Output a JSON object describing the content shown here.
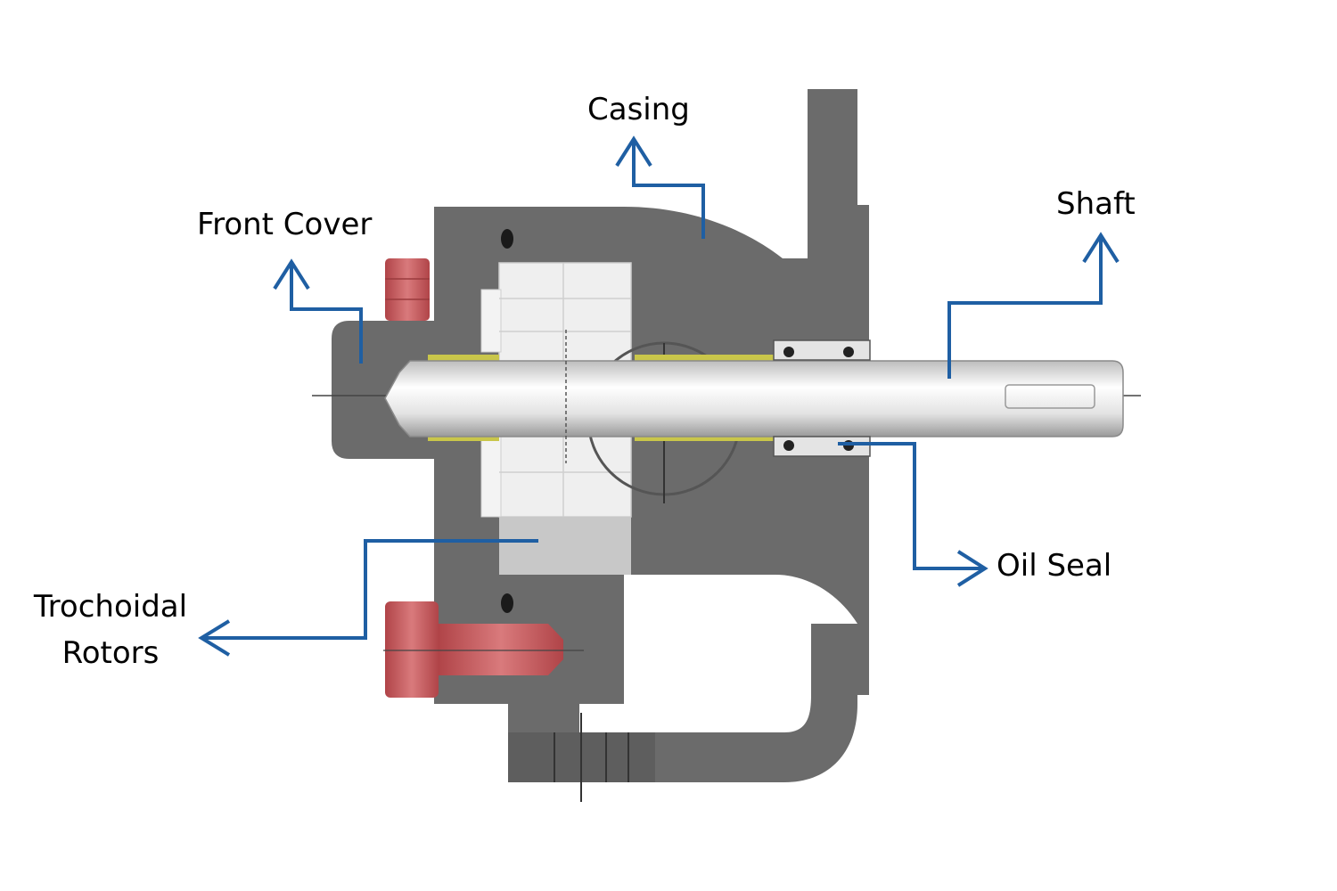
{
  "labels": {
    "casing": "Casing",
    "front_cover": "Front Cover",
    "shaft": "Shaft",
    "oil_seal": "Oil Seal",
    "trochoidal_rotors_line1": "Trochoidal",
    "trochoidal_rotors_line2": "Rotors"
  },
  "colors": {
    "arrow": "#1f5fa3",
    "casing": "#6b6b6b",
    "casing_light": "#a8a8a8",
    "bolt": "#c0575a",
    "shaft": "#e8e8e8",
    "bushing": "#c9c64a",
    "rotor": "#eeeeee"
  }
}
